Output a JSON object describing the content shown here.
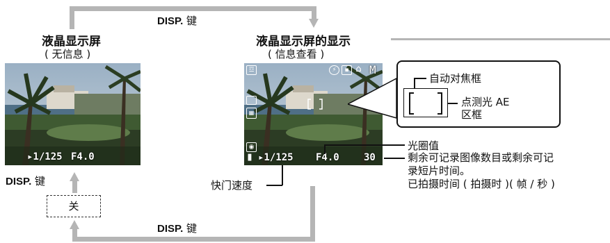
{
  "top_connector_label": {
    "key": "DISP.",
    "suffix": " 键"
  },
  "bottom_connector_label": {
    "key": "DISP.",
    "suffix": " 键"
  },
  "left_key_label": {
    "key": "DISP.",
    "suffix": " 键"
  },
  "left_panel": {
    "title": "液晶显示屏",
    "subtitle": "( 无信息 )",
    "shutter": "▸1/125",
    "aperture": "F4.0"
  },
  "right_panel": {
    "title": "液晶显示屏的显示",
    "subtitle": "( 信息查看 )",
    "shutter": "▸1/125",
    "aperture": "F4.0",
    "shots": "30",
    "mode_letter": "M"
  },
  "off_box": "关",
  "callouts": {
    "af_frame": "自动对焦框",
    "spot_ae_line1": "点测光 AE",
    "spot_ae_line2": "区框",
    "aperture_value": "光圈值",
    "remaining_line1": "剩余可记录图像数目或剩余可记",
    "remaining_line2": "录短片时间。",
    "remaining_line3": "已拍摄时间 ( 拍摄时 )( 帧 / 秒 )",
    "shutter_speed": "快门速度"
  },
  "colors": {
    "connector_gray": "#b5b5b5",
    "text": "#111111"
  }
}
